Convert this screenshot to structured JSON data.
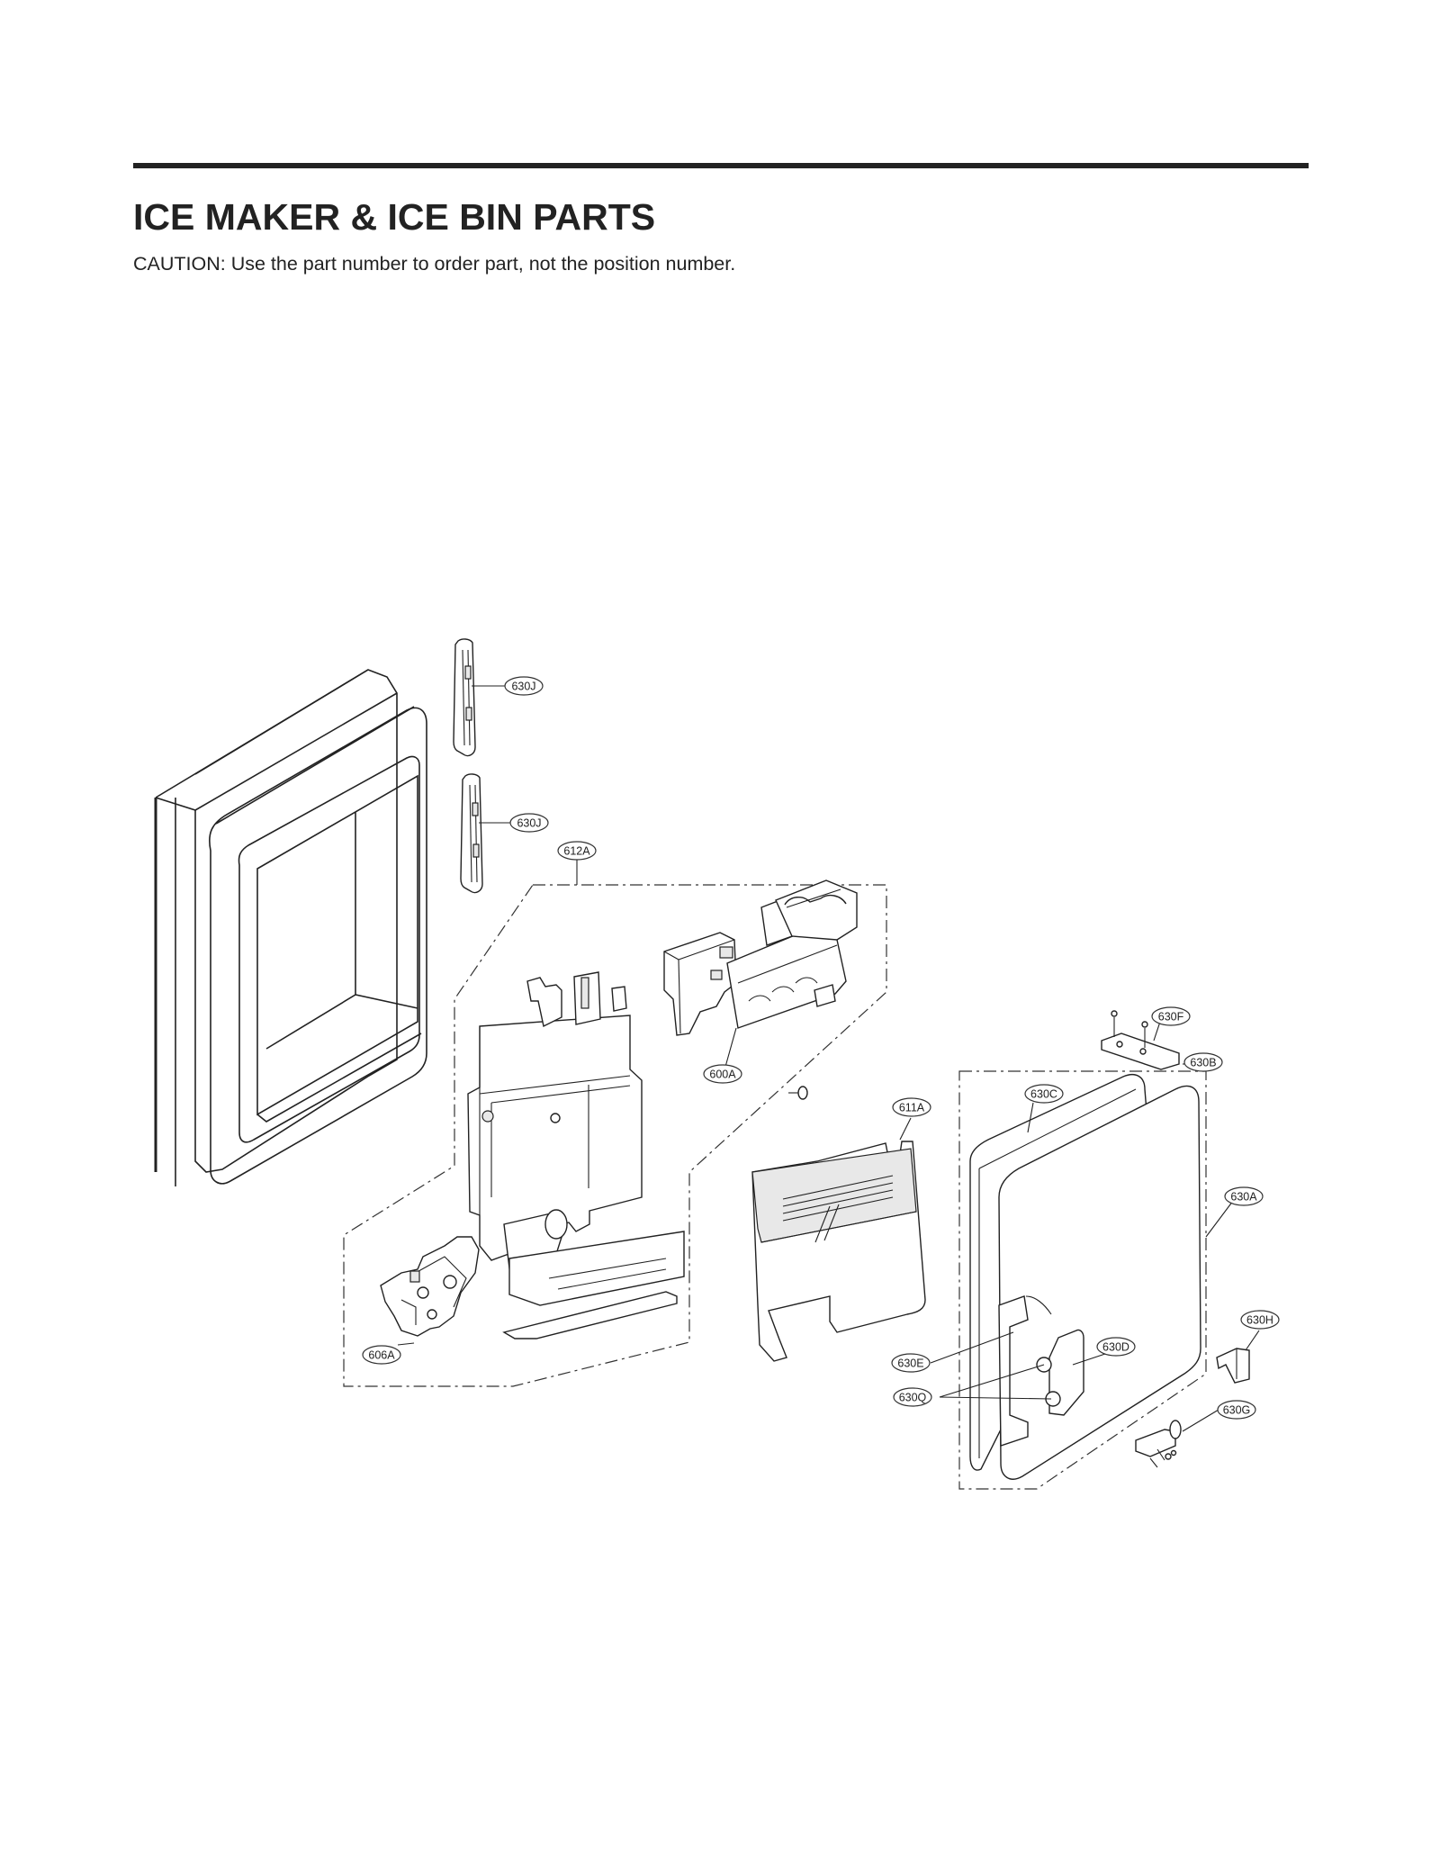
{
  "header": {
    "title": "ICE MAKER & ICE BIN PARTS",
    "caution": "CAUTION: Use the part number to order part, not the position number."
  },
  "callouts": {
    "c630J_a": "630J",
    "c630J_b": "630J",
    "c612A": "612A",
    "c600A": "600A",
    "c611A": "611A",
    "c606A": "606A",
    "c630F": "630F",
    "c630B": "630B",
    "c630C": "630C",
    "c630A": "630A",
    "c630H": "630H",
    "c630D": "630D",
    "c630E": "630E",
    "c630Q": "630Q",
    "c630G": "630G"
  }
}
